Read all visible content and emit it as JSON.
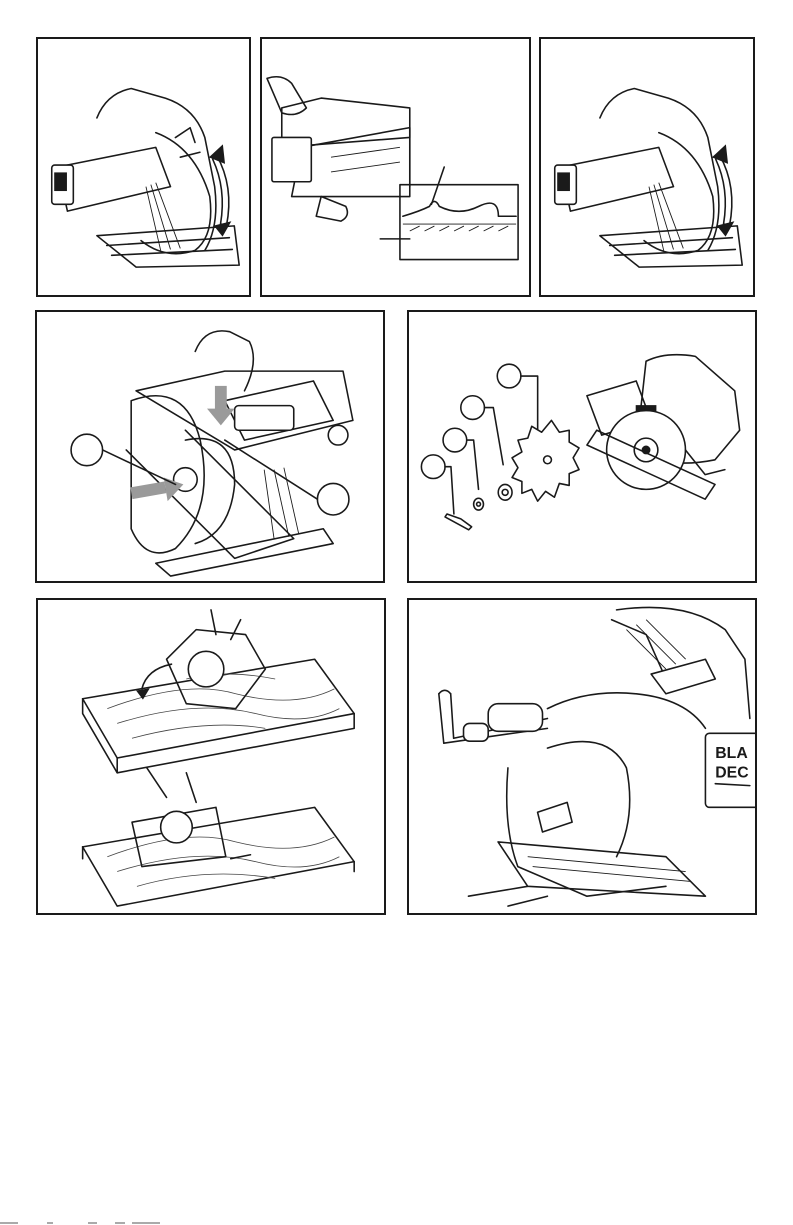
{
  "figures": [
    {
      "id": "saw-blade-guard-front"
    },
    {
      "id": "depth-adjust-inset"
    },
    {
      "id": "saw-blade-guard-front-repeat"
    },
    {
      "id": "spindle-lock-callouts"
    },
    {
      "id": "blade-parts-exploded"
    },
    {
      "id": "plunge-cut-workpiece"
    },
    {
      "id": "hex-wrench-storage",
      "logo_text": "BLACK+DECKER"
    }
  ],
  "colors": {
    "ink": "#1a1a1a",
    "arrow_grey": "#9a9a9a",
    "background": "#ffffff"
  }
}
